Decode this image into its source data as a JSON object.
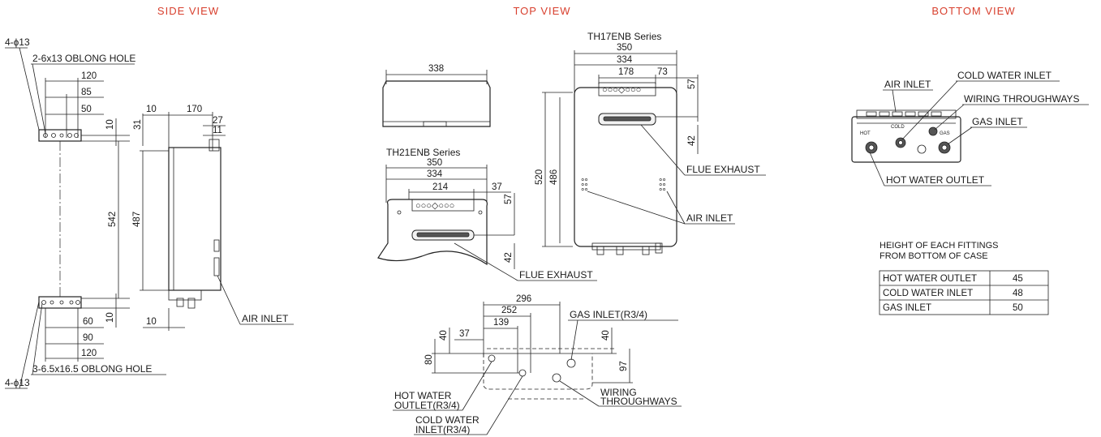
{
  "views": {
    "side": "SIDE VIEW",
    "top": "TOP VIEW",
    "bottom": "BOTTOM VIEW"
  },
  "side": {
    "hole_top": "4-ɸ13",
    "oblong_top": "2-6x13 OBLONG HOLE",
    "d120a": "120",
    "d85": "85",
    "d50": "50",
    "d10a": "10",
    "d31": "31",
    "d10b": "10",
    "d170": "170",
    "d27": "27",
    "d11": "11",
    "d542": "542",
    "d487": "487",
    "d10c": "10",
    "d10d": "10",
    "d60": "60",
    "d90": "90",
    "d120b": "120",
    "oblong_bottom": "3-6.5x16.5 OBLONG HOLE",
    "hole_bottom": "4-ɸ13",
    "air_inlet": "AIR INLET"
  },
  "top": {
    "d338": "338",
    "th21_series": "TH21ENB Series",
    "t21_350": "350",
    "t21_334": "334",
    "t21_214": "214",
    "t21_37": "37",
    "t21_57": "57",
    "t21_42": "42",
    "flue_left": "FLUE EXHAUST",
    "th17_series": "TH17ENB Series",
    "t17_350": "350",
    "t17_334": "334",
    "t17_178": "178",
    "t17_73": "73",
    "t17_57": "57",
    "t17_42": "42",
    "t17_520": "520",
    "t17_486": "486",
    "flue_right": "FLUE EXHAUST",
    "air_inlet": "AIR INLET",
    "b296": "296",
    "b252": "252",
    "b139": "139",
    "b37": "37",
    "b40a": "40",
    "b80": "80",
    "b40b": "40",
    "b97": "97",
    "gas_inlet": "GAS INLET(R3/4)",
    "hot_water_1": "HOT WATER",
    "hot_water_2": "OUTLET(R3/4)",
    "cold_water_1": "COLD WATER",
    "cold_water_2": "INLET(R3/4)",
    "wiring_1": "WIRING",
    "wiring_2": "THROUGHWAYS"
  },
  "bottom": {
    "air_inlet": "AIR INLET",
    "cold_water_inlet": "COLD WATER INLET",
    "wiring": "WIRING THROUGHWAYS",
    "gas_inlet": "GAS INLET",
    "hot_water_outlet": "HOT WATER OUTLET",
    "hot_tag": "HOT",
    "cold_tag": "COLD",
    "gas_tag": "GAS"
  },
  "fittings": {
    "heading_1": "HEIGHT OF EACH FITTINGS",
    "heading_2": "FROM BOTTOM OF CASE",
    "rows": [
      {
        "name": "HOT WATER OUTLET",
        "value": "45"
      },
      {
        "name": "COLD WATER INLET",
        "value": "48"
      },
      {
        "name": "GAS INLET",
        "value": "50"
      }
    ]
  }
}
